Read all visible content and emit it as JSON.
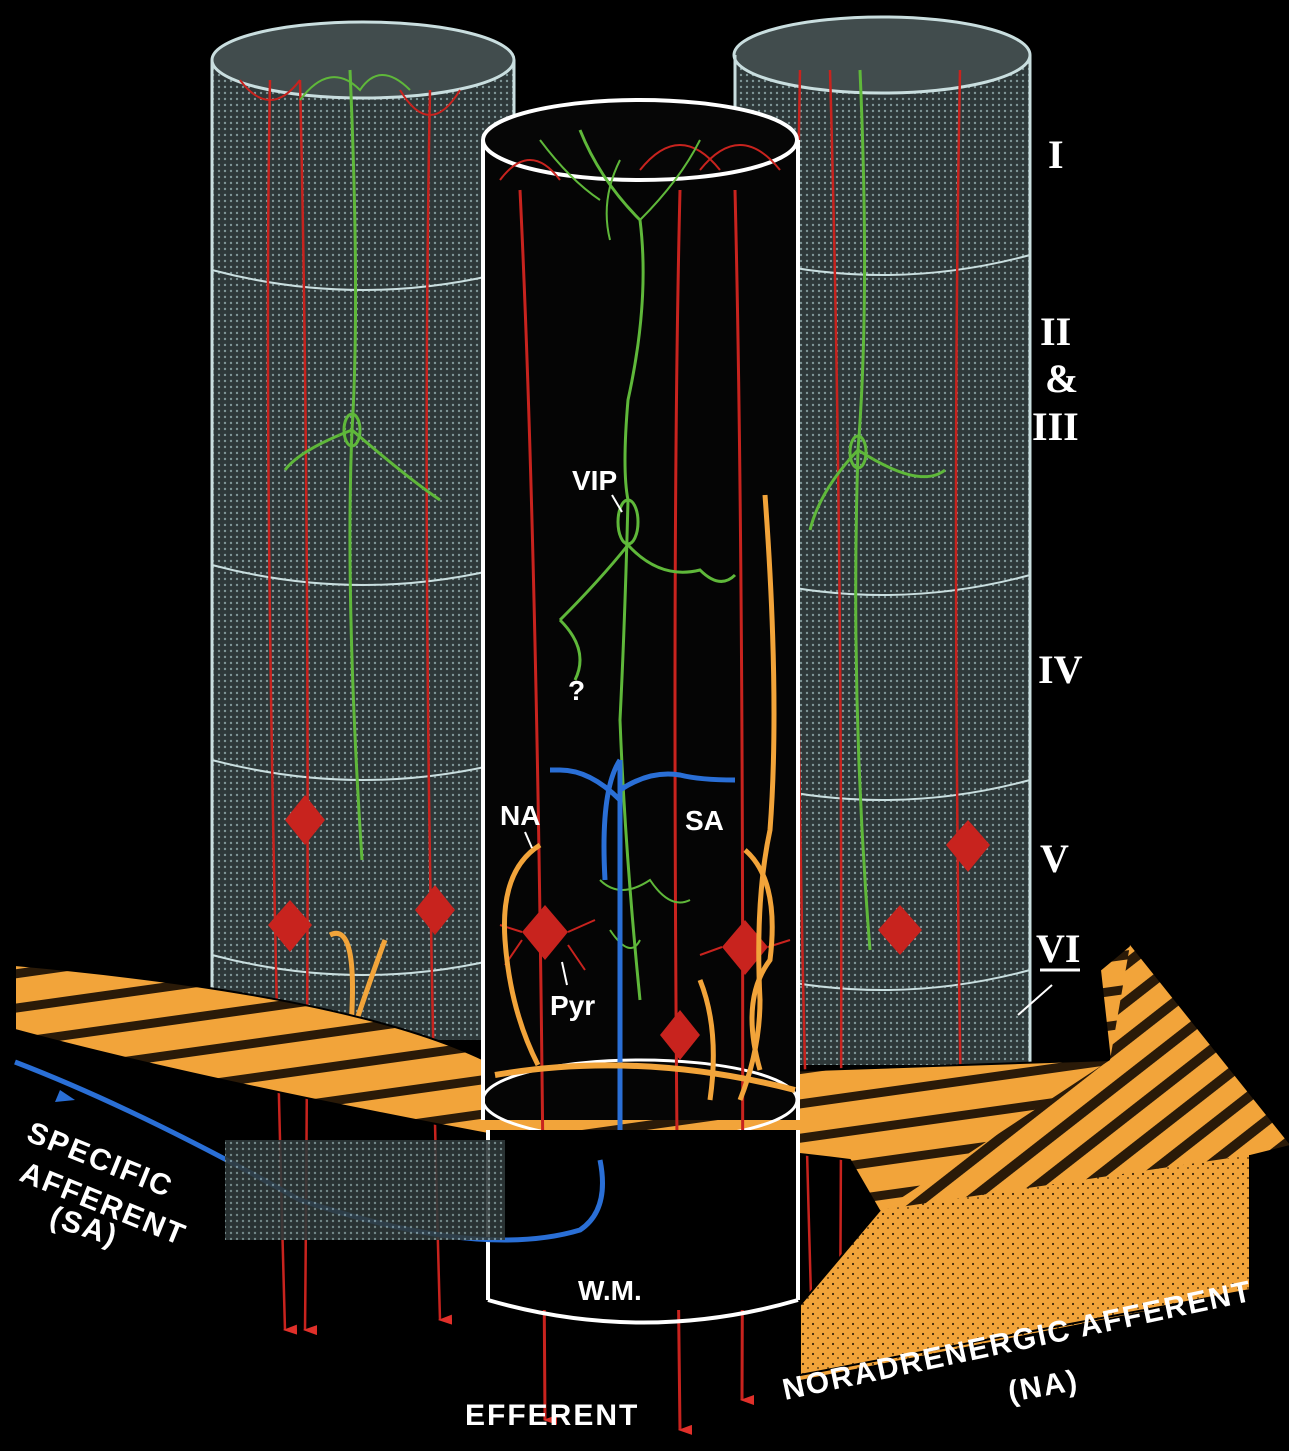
{
  "layers": [
    "I",
    "II",
    "&",
    "III",
    "IV",
    "V",
    "VI"
  ],
  "labels": {
    "vip": "VIP",
    "question": "?",
    "na": "NA",
    "sa": "SA",
    "pyr": "Pyr",
    "wm": "W.M.",
    "efferent": "EFFERENT",
    "specific": "SPECIFIC",
    "afferent_left": "AFFERENT",
    "sa_paren": "(SA)",
    "noradrenergic": "NORADRENERGIC AFFERENT",
    "na_paren": "(NA)"
  },
  "colors": {
    "background": "#000000",
    "column_fill": "#3a4446",
    "column_outline": "#c9dedf",
    "pyramidal": "#c8231e",
    "vip": "#5fb83a",
    "specific_afferent": "#2a6fd6",
    "noradrenergic": "#f2a43a",
    "arrow_stripe": "#2a1a08"
  }
}
